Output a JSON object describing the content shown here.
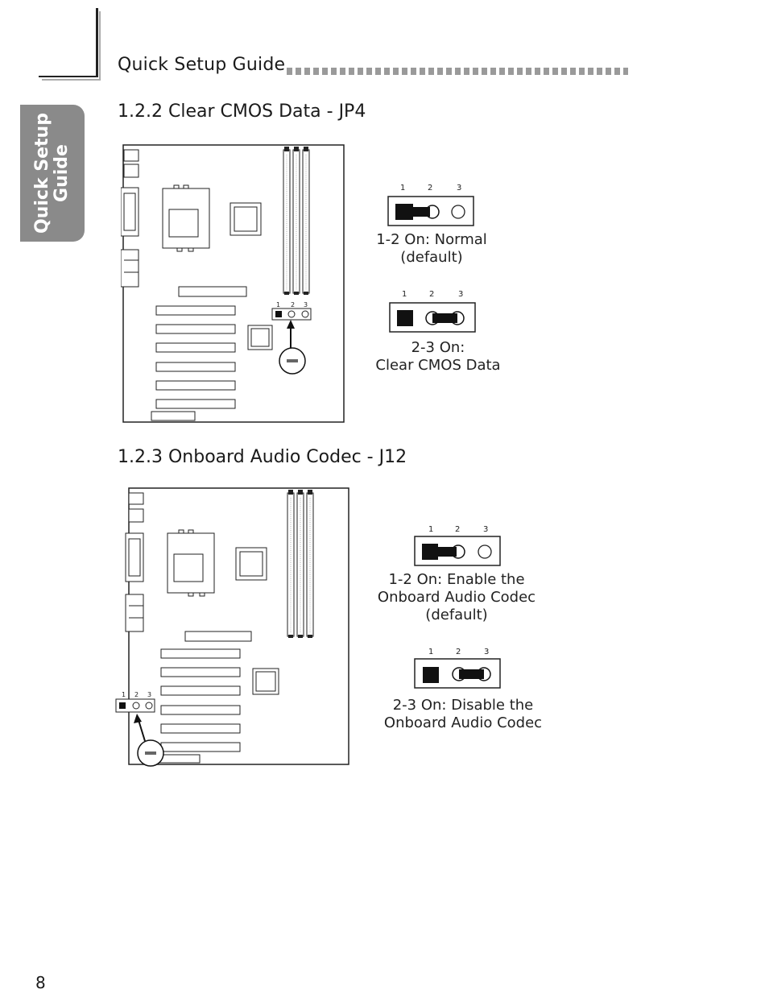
{
  "header": {
    "title": "Quick Setup Guide"
  },
  "side_tab": {
    "line1": "Quick Setup",
    "line2": "Guide"
  },
  "sections": [
    {
      "title": "1.2.2  Clear CMOS Data - JP4",
      "board_pin_labels": [
        "1",
        "2",
        "3"
      ],
      "options": [
        {
          "pin_labels": [
            "1",
            "2",
            "3"
          ],
          "caption_line1": "1-2 On: Normal",
          "caption_line2": "(default)"
        },
        {
          "pin_labels": [
            "1",
            "2",
            "3"
          ],
          "caption_line1": "2-3 On:",
          "caption_line2": "Clear CMOS Data"
        }
      ]
    },
    {
      "title": "1.2.3  Onboard Audio Codec - J12",
      "board_pin_labels": [
        "1",
        "2",
        "3"
      ],
      "options": [
        {
          "pin_labels": [
            "1",
            "2",
            "3"
          ],
          "caption_line1": "1-2 On: Enable the",
          "caption_line2": "Onboard Audio Codec",
          "caption_line3": "(default)"
        },
        {
          "pin_labels": [
            "1",
            "2",
            "3"
          ],
          "caption_line1": "2-3 On: Disable the",
          "caption_line2": "Onboard Audio Codec"
        }
      ]
    }
  ],
  "page_number": "8"
}
